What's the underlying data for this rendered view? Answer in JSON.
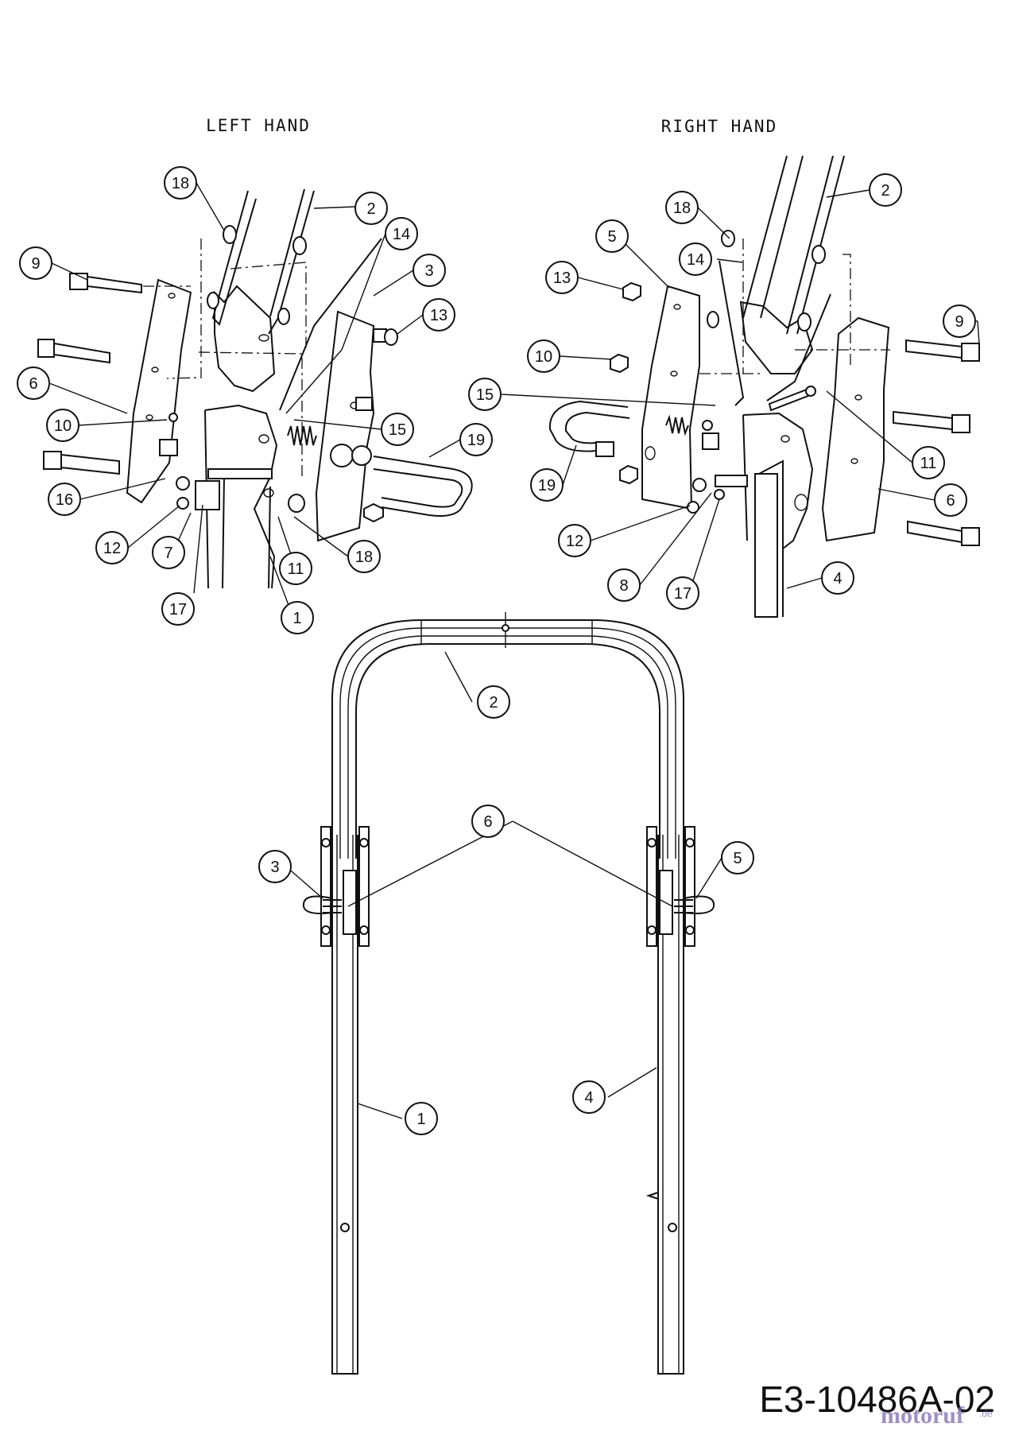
{
  "headings": {
    "left": "LEFT HAND",
    "right": "RIGHT HAND"
  },
  "drawing_code": "E3-10486A-02",
  "watermark": {
    "text": "motoruf",
    "suffix": ".de"
  },
  "callouts": {
    "left": [
      "18",
      "2",
      "14",
      "9",
      "3",
      "13",
      "6",
      "10",
      "15",
      "19",
      "16",
      "12",
      "7",
      "11",
      "18",
      "17",
      "1"
    ],
    "right": [
      "18",
      "2",
      "5",
      "14",
      "13",
      "9",
      "10",
      "15",
      "11",
      "19",
      "6",
      "12",
      "8",
      "17",
      "4"
    ],
    "assembly": [
      "2",
      "6",
      "3",
      "5",
      "1",
      "4"
    ]
  }
}
